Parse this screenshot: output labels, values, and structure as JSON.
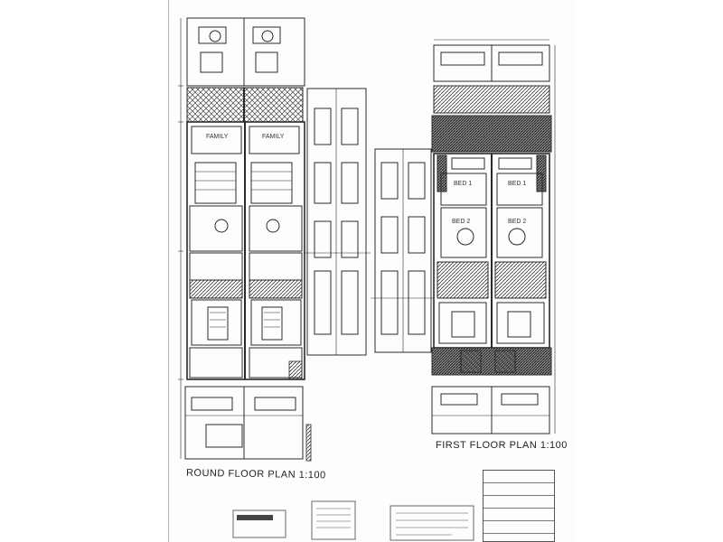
{
  "plans": {
    "ground_title": "ROUND FLOOR PLAN 1:100",
    "first_title": "FIRST FLOOR PLAN 1:100",
    "ground_rooms": [
      "FAMILY",
      "FAMILY"
    ],
    "first_rooms": [
      "BED 1",
      "BED 1",
      "BED 2",
      "BED 2"
    ]
  },
  "colors": {
    "ink": "#2a2a2a",
    "paper": "#fdfdfd",
    "hatch": "#555555"
  }
}
